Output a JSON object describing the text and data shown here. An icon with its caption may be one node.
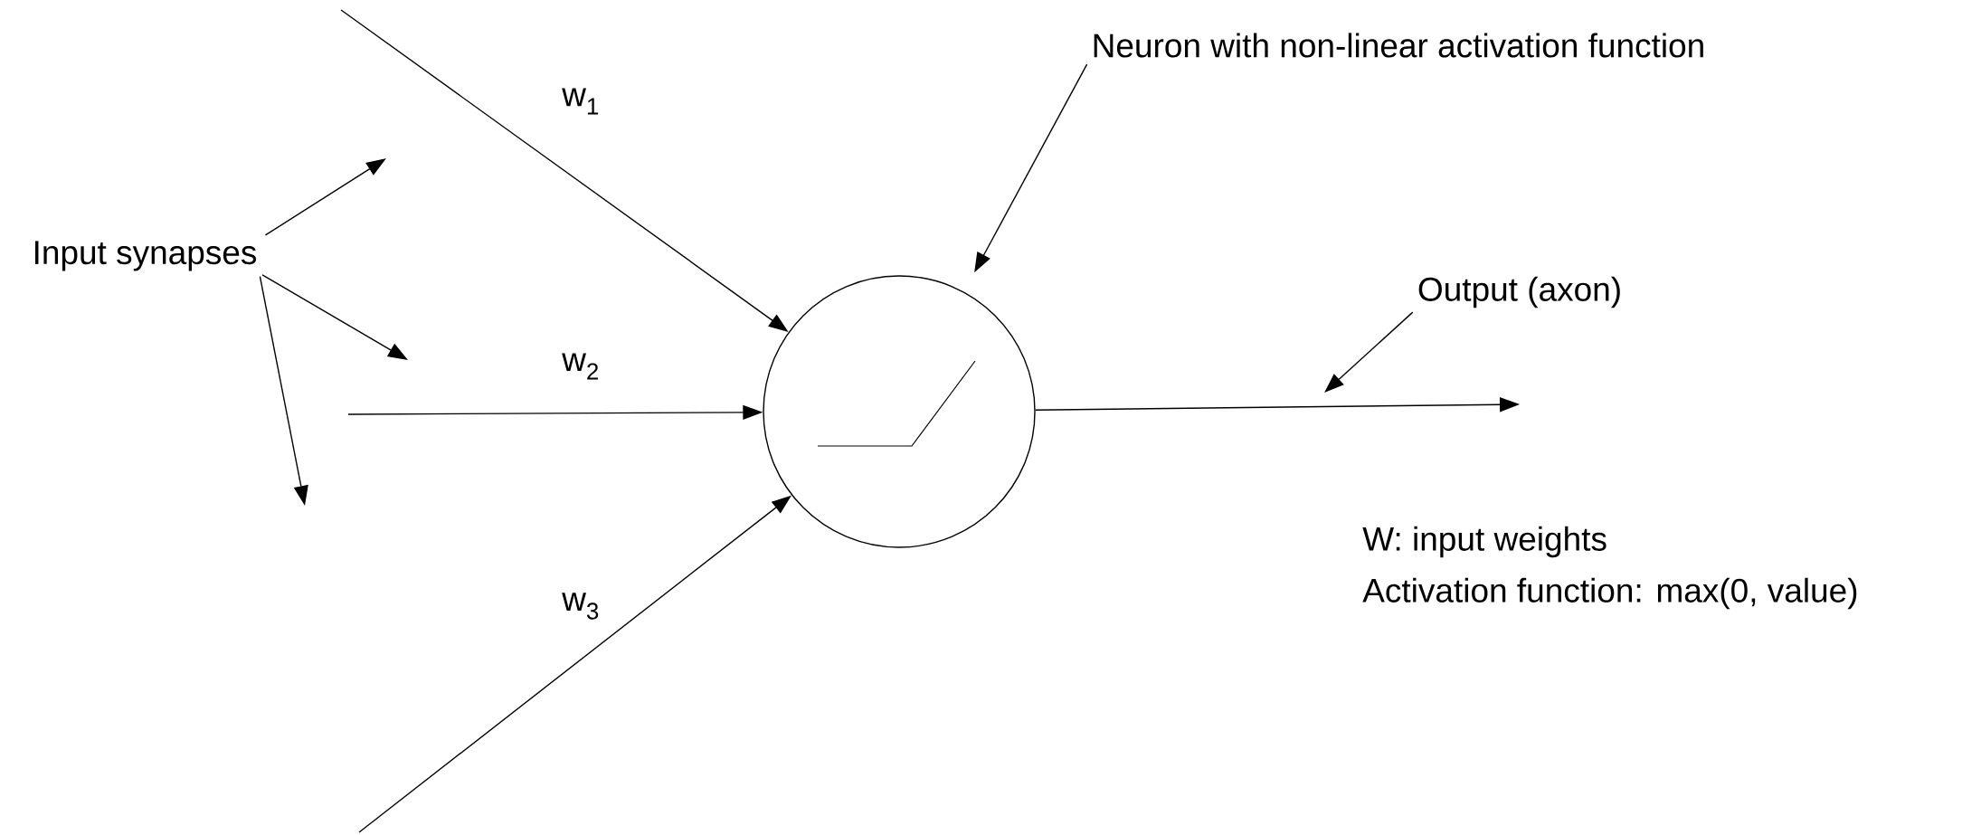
{
  "diagram": {
    "nodes": [
      {
        "text": [
          "Input synapses"
        ]
      },
      {
        "text": [],
        "shape": "circle"
      },
      {
        "text": [
          "Neuron with non-linear activation function"
        ]
      },
      {
        "text": [
          "Output (axon)"
        ]
      }
    ],
    "edges": [
      {
        "from": null,
        "to": 1,
        "arrow": "to",
        "label": "w$_{1}$"
      },
      {
        "from": null,
        "to": 1,
        "arrow": "to",
        "label": "w$_{2}$"
      },
      {
        "from": null,
        "to": 1,
        "arrow": "to",
        "label": "w$_{3}$"
      },
      {
        "from": 1,
        "to": null,
        "arrow": "to"
      },
      {
        "from": 0,
        "to": null,
        "arrow": "to"
      },
      {
        "from": 0,
        "to": null,
        "arrow": "to"
      },
      {
        "from": 0,
        "to": null,
        "arrow": "to"
      },
      {
        "from": 2,
        "to": 1,
        "arrow": "to"
      },
      {
        "from": 3,
        "to": null,
        "arrow": "to"
      }
    ],
    "labels": [
      "W: input weights",
      "Activation function: max(0, value)"
    ]
  }
}
